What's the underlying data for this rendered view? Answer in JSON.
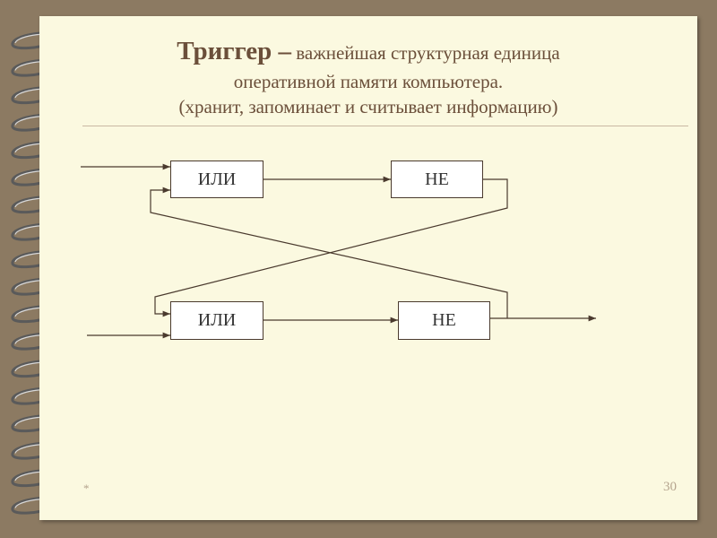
{
  "slide": {
    "title_strong": "Триггер –",
    "title_rest": " важнейшая структурная единица",
    "title_line2": "оперативной памяти компьютера.",
    "title_line3": "(хранит, запоминает и считывает информацию)",
    "footer_left": "*",
    "page_number": "30"
  },
  "diagram": {
    "gates": {
      "or_top": "ИЛИ",
      "not_top": "НЕ",
      "or_bottom": "ИЛИ",
      "not_bottom": "НЕ"
    }
  },
  "colors": {
    "background": "#8c7a62",
    "page": "#fbf9e0",
    "title": "#6b4f3a",
    "wire": "#4a3a2e"
  }
}
